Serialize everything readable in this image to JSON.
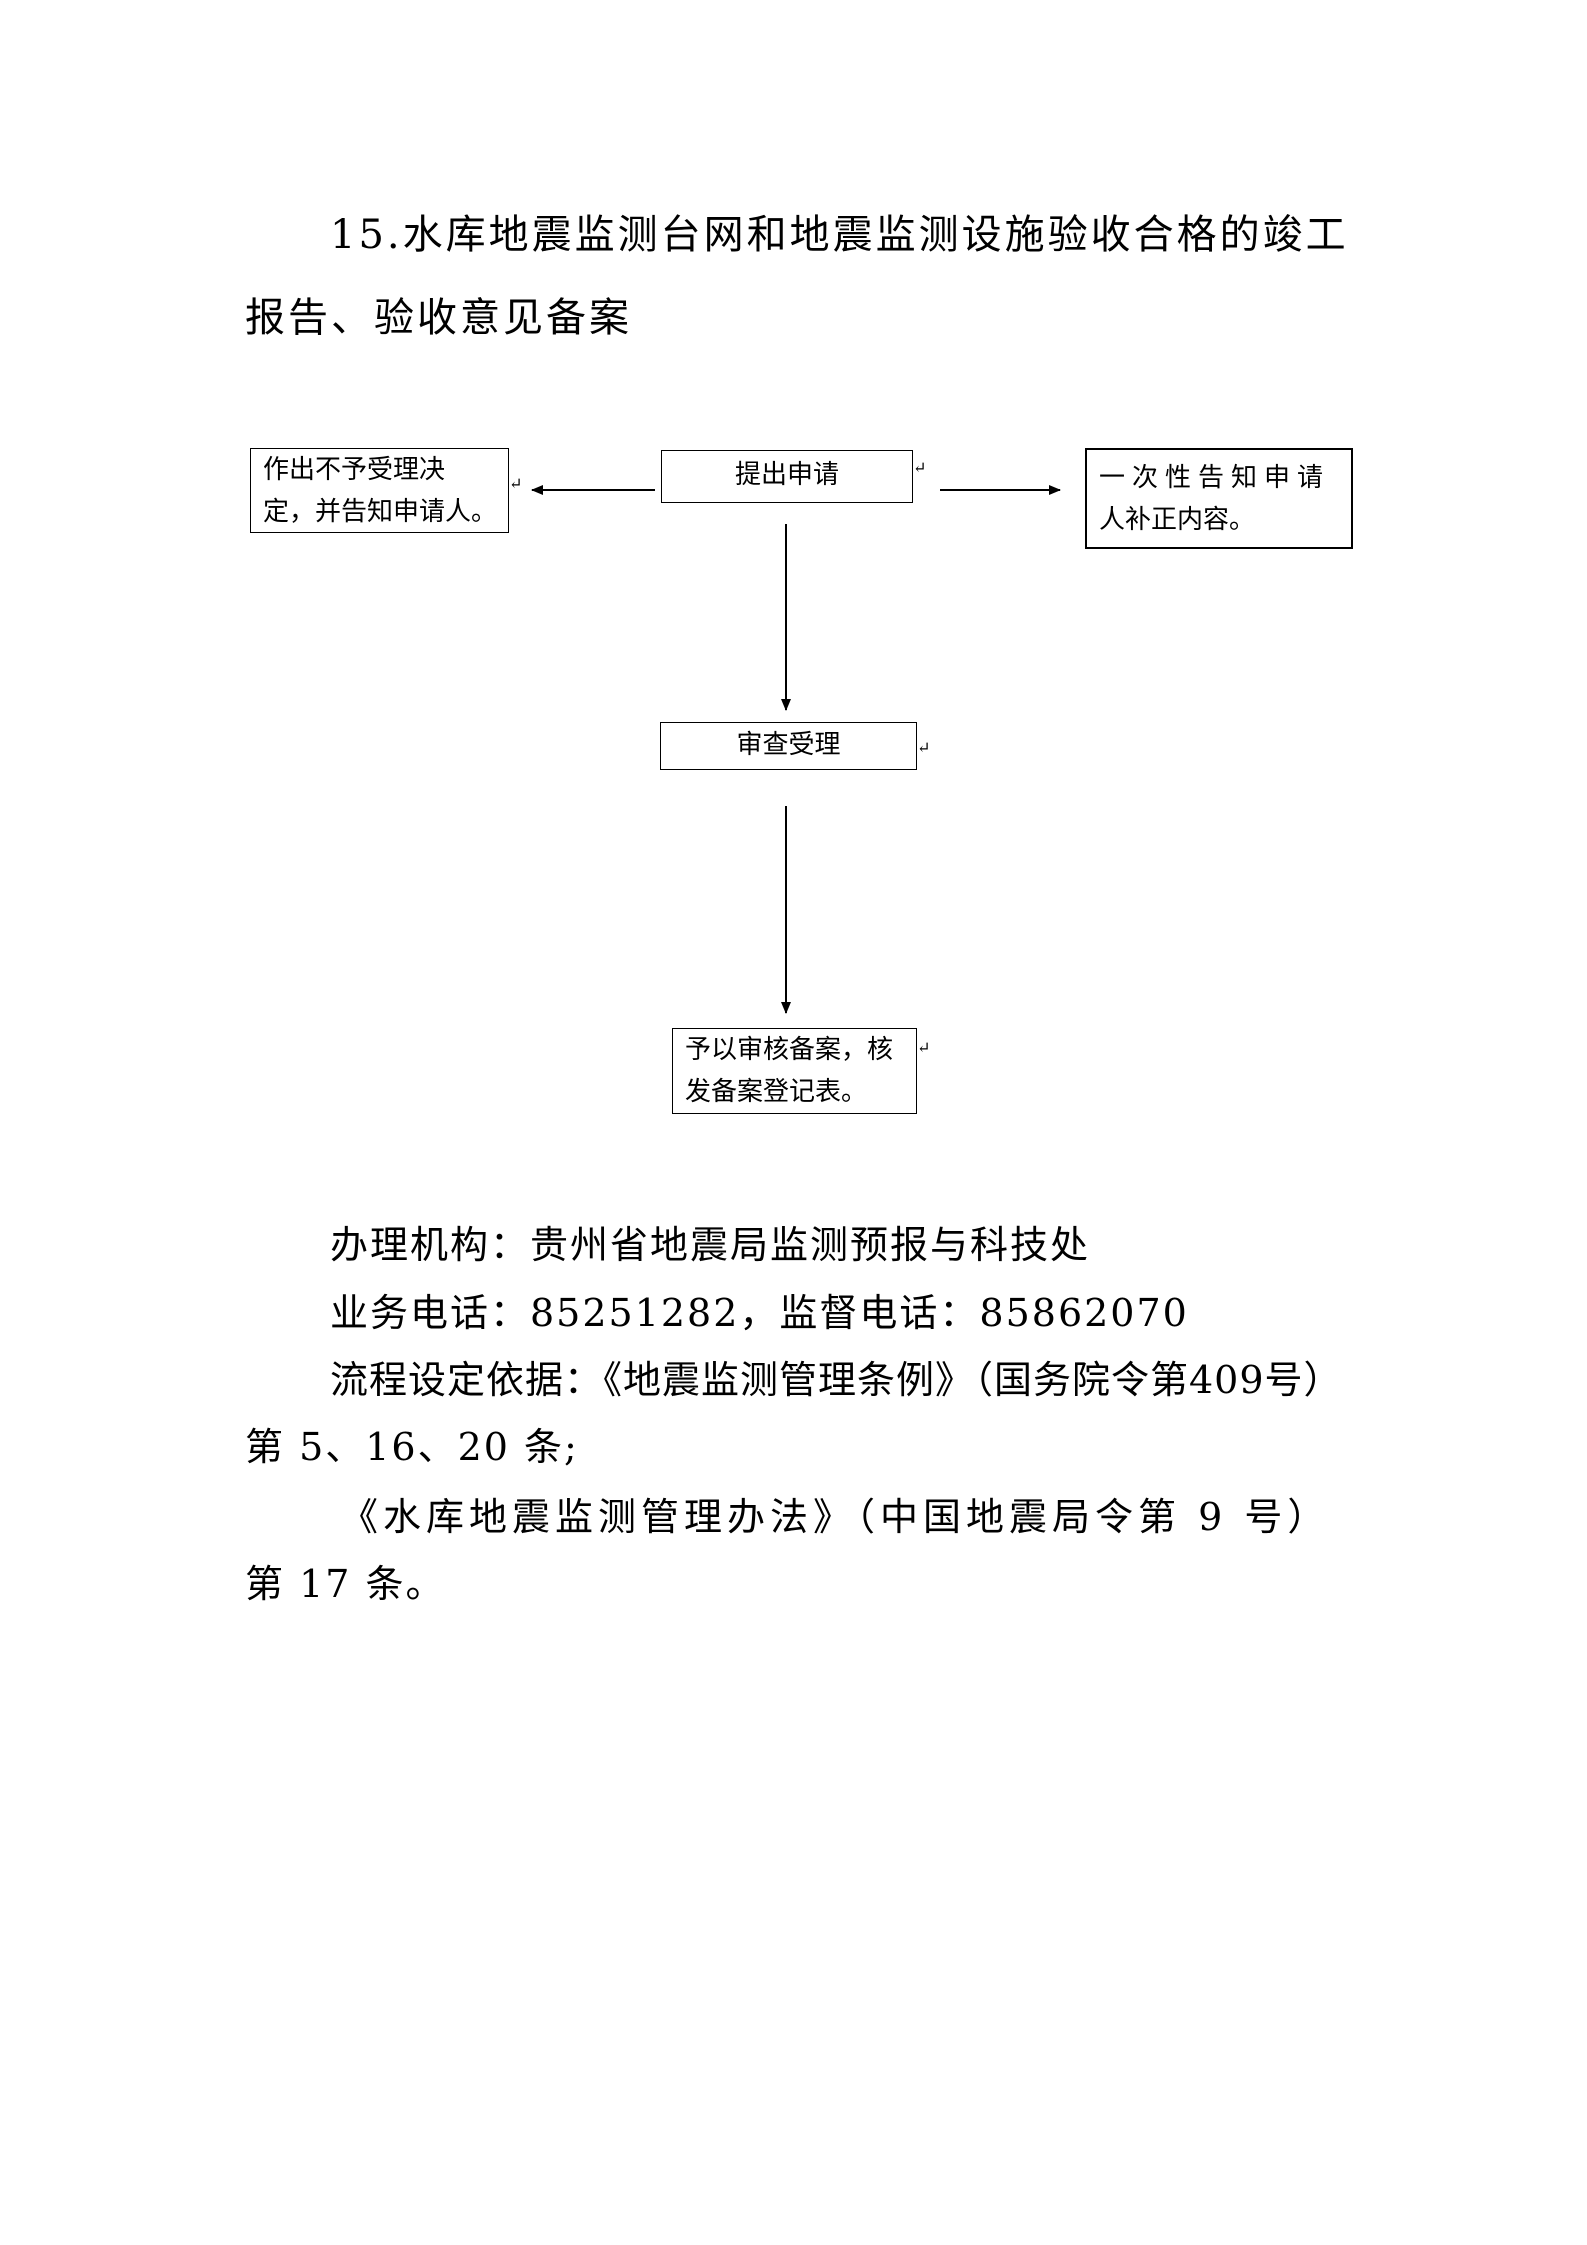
{
  "heading": {
    "line1": "15.水库地震监测台网和地震监测设施验收合格的竣工",
    "line2": "报告、验收意见备案"
  },
  "flowchart": {
    "apply": "提出申请",
    "reject": [
      "作出不予受理决",
      "定，并告知申请人。"
    ],
    "supplement": [
      "一次性告知申请",
      "人补正内容。"
    ],
    "review": "审查受理",
    "approve": [
      "予以审核备案，核",
      "发备案登记表。"
    ]
  },
  "info": {
    "agency": "办理机构：贵州省地震局监测预报与科技处",
    "phone": "业务电话：85251282，监督电话：85862070",
    "basis_line1": "流程设定依据：《地震监测管理条例》（国务院令第409号）",
    "basis_line2": "第 5、16、20 条;",
    "basis_line3": "《水库地震监测管理办法》（中国地震局令第 9 号）",
    "basis_line4": "第 17 条。"
  }
}
